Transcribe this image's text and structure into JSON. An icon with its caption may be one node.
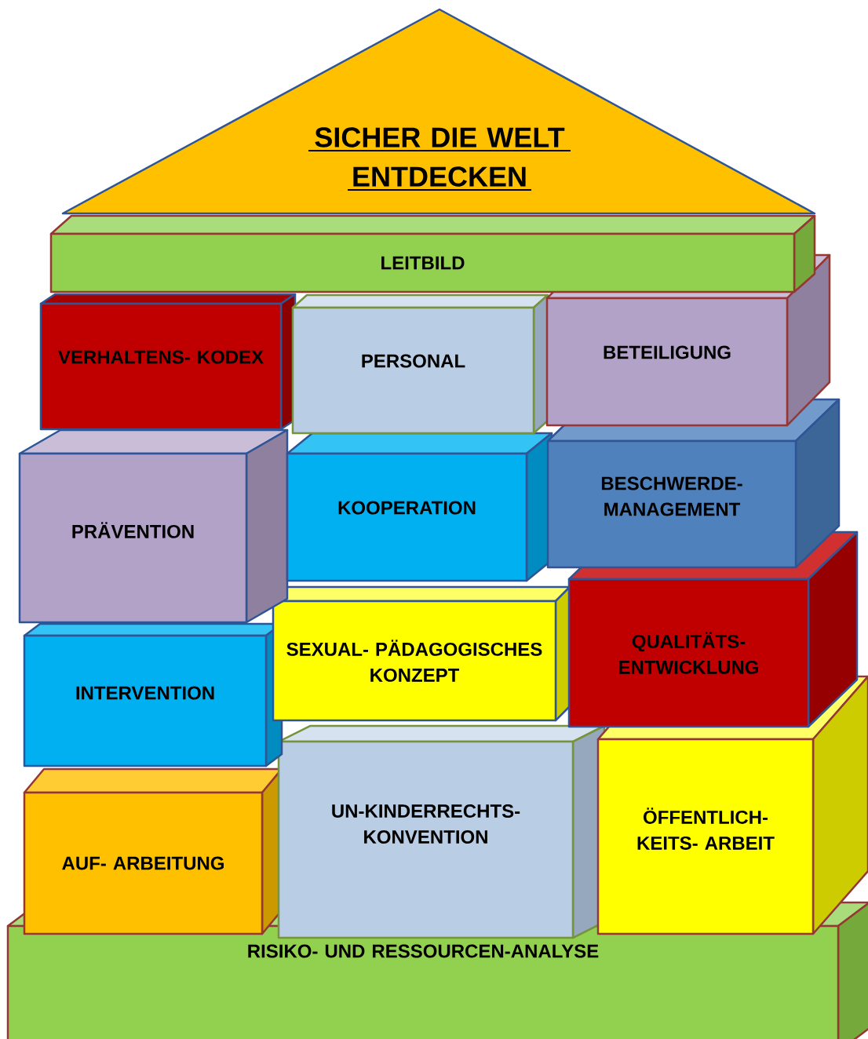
{
  "diagram": {
    "nodes": [
      {
        "text": [
          "SICHER DIE WELT ENTDECKEN"
        ]
      },
      {
        "text": [
          "LEITBILD"
        ]
      },
      {
        "text": [
          "VERHALTENS- KODEX"
        ]
      },
      {
        "text": [
          "PERSONAL"
        ]
      },
      {
        "text": [
          "BETEILIGUNG"
        ]
      },
      {
        "text": [
          "PRÄVENTION"
        ]
      },
      {
        "text": [
          "KOOPERATION"
        ]
      },
      {
        "text": [
          "BESCHWERDE- MANAGEMENT"
        ]
      },
      {
        "text": [
          "INTERVENTION"
        ]
      },
      {
        "text": [
          "SEXUAL- PÄDAGOGISCHES KONZEPT"
        ]
      },
      {
        "text": [
          "QUALITÄTS- ENTWICKLUNG"
        ]
      },
      {
        "text": [
          "AUF- ARBEITUNG"
        ]
      },
      {
        "text": [
          "UN-KINDERRECHTS- KONVENTION"
        ]
      },
      {
        "text": [
          "ÖFFENTLICH- KEITS- ARBEIT"
        ]
      },
      {
        "text": [
          "RISIKO- UND RESSOURCEN-ANALYSE"
        ]
      }
    ]
  }
}
